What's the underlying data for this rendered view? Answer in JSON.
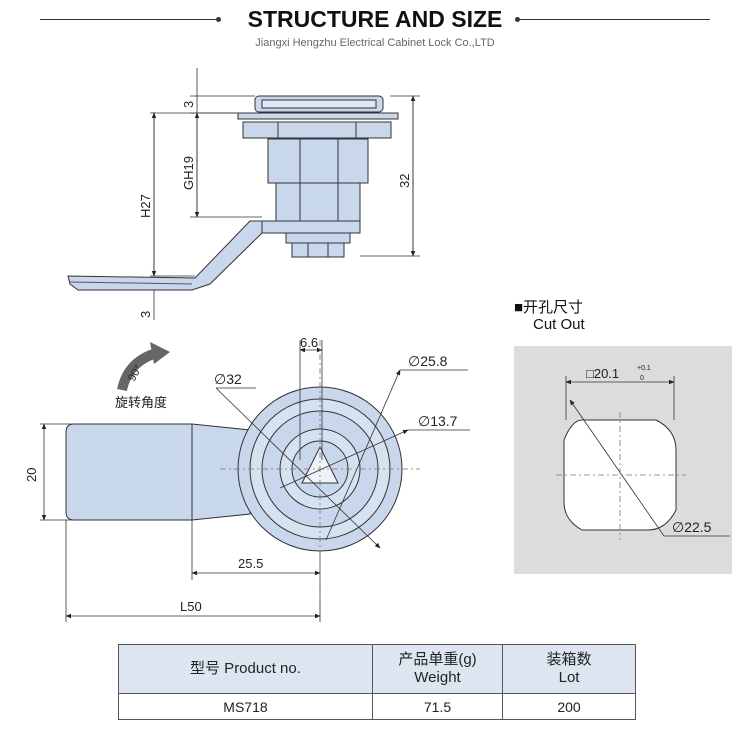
{
  "header": {
    "title": "STRUCTURE AND SIZE",
    "company": "Jiangxi Hengzhu Electrical Cabinet Lock Co.,LTD"
  },
  "side_view": {
    "dims": {
      "top_3": "3",
      "gh19": "GH19",
      "h27": "H27",
      "d32": "32",
      "bottom_3": "3"
    }
  },
  "front_view": {
    "rotation_angle": "90°",
    "rotation_label": "旋转角度",
    "dims": {
      "d6_6": "6.6",
      "dia25_8": "∅25.8",
      "dia32": "∅32",
      "dia13_7": "∅13.7",
      "w20": "20",
      "l25_5": "25.5",
      "l50": "L50"
    }
  },
  "cut_out": {
    "title_cn": "■开孔尺寸",
    "title_en": "Cut Out",
    "square_dim": "□20.1",
    "tol_upper": "+0.1",
    "tol_lower": "0",
    "dia": "∅22.5"
  },
  "table": {
    "headers": [
      {
        "line1": "型号 Product no.",
        "line2": ""
      },
      {
        "line1": "产品单重(g)",
        "line2": "Weight"
      },
      {
        "line1": "装箱数",
        "line2": "Lot"
      }
    ],
    "rows": [
      [
        "MS718",
        "71.5",
        "200"
      ]
    ]
  },
  "colors": {
    "part_fill": "#c9d7ec",
    "part_fill_dark": "#a9bddc",
    "line": "#333333",
    "table_header_bg": "#dde6f0",
    "cutout_bg": "#dcdcdc"
  }
}
